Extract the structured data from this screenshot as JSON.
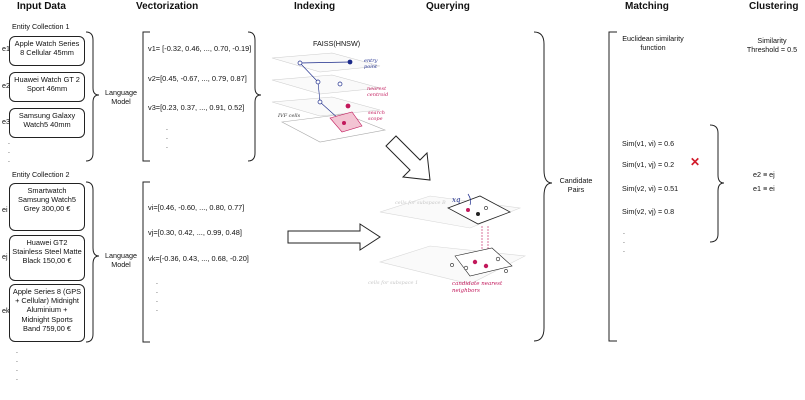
{
  "headers": {
    "input": "Input Data",
    "vectorization": "Vectorization",
    "indexing": "Indexing",
    "querying": "Querying",
    "matching": "Matching",
    "clustering": "Clustering"
  },
  "collection1": {
    "title": "Entity Collection 1",
    "items": [
      {
        "id": "e1",
        "text": "Apple Watch Series 8 Cellular 45mm"
      },
      {
        "id": "e2",
        "text": "Huawei Watch GT 2 Sport 46mm"
      },
      {
        "id": "e3",
        "text": "Samsung Galaxy Watch5 40mm"
      }
    ],
    "model": "Language Model",
    "vectors": [
      "v1= [-0.32, 0.46, ..., 0.70, -0.19]",
      "v2=[0.45, -0.67, ..., 0.79, 0.87]",
      "v3=[0.23, 0.37, ..., 0.91, 0.52]"
    ]
  },
  "collection2": {
    "title": "Entity Collection 2",
    "items": [
      {
        "id": "ei",
        "text": "Smartwatch Samsung Watch5 Grey 300,00 €"
      },
      {
        "id": "ej",
        "text": "Huawei GT2 Stainless Steel Matte Black 150,00 €"
      },
      {
        "id": "ek",
        "text": "Apple Series 8 (GPS + Cellular) Midnight Aluminium + Midnight Sports Band 759,00 €"
      }
    ],
    "model": "Language Model",
    "vectors": [
      "vi=[0.46, -0.60, ..., 0.80, 0.77]",
      "vj=[0.30, 0.42, ..., 0.99, 0.48]",
      "vk=[-0.36, 0.43, ..., 0.68, -0.20]"
    ]
  },
  "indexing": {
    "title": "FAISS(HNSW)",
    "labels": {
      "entry_point": "entry point",
      "nearest_centroid": "nearest centroid",
      "ivf_cells": "IVF cells",
      "search_scope": "search scope"
    }
  },
  "querying": {
    "xq": "xq",
    "cells_a": "cells for subspace B",
    "cells_b": "cells for subspace 1",
    "neighbors": "candidate nearest neighbors"
  },
  "candidate_pairs": "Candidate Pairs",
  "matching": {
    "function": "Euclidean similarity function",
    "sims": [
      {
        "text": "Sim(v1, vi) = 0.6",
        "rejected": false
      },
      {
        "text": "Sim(v1, vj) = 0.2",
        "rejected": true
      },
      {
        "text": "Sim(v2, vi) = 0.51",
        "rejected": false
      },
      {
        "text": "Sim(v2, vj) = 0.8",
        "rejected": false
      }
    ],
    "reject_mark": "✕"
  },
  "clustering": {
    "threshold": "Similarity Threshold = 0.5",
    "results": [
      "e2 ≡ ej",
      "e1 ≡ ei"
    ]
  },
  "colors": {
    "line": "#222222",
    "navy": "#1b2a8a",
    "red": "#c2185b",
    "cross": "#d11a2a"
  }
}
